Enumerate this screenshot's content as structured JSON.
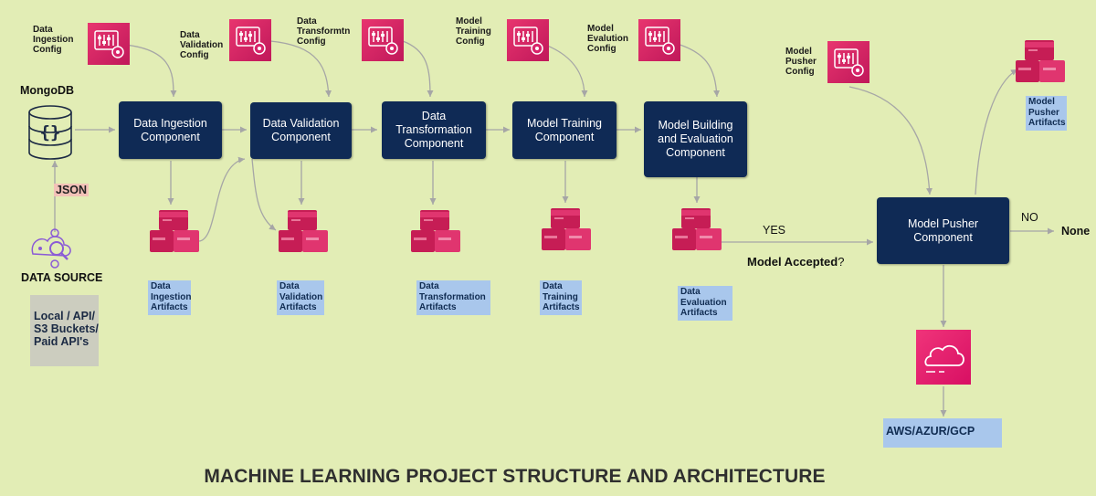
{
  "sources": {
    "db_label": "MongoDB",
    "json_label": "JSON",
    "data_source_label": "DATA SOURCE",
    "sources_box": "Local / API/\nS3 Buckets/\nPaid API's"
  },
  "configs": [
    {
      "key": "ingestion",
      "label": "Data\nIngestion\nConfig"
    },
    {
      "key": "validation",
      "label": "Data\nValidation\nConfig"
    },
    {
      "key": "transformation",
      "label": "Data\nTransformtn\nConfig"
    },
    {
      "key": "training",
      "label": "Model\nTraining\nConfig"
    },
    {
      "key": "evaluation",
      "label": "Model\nEvalution\nConfig"
    },
    {
      "key": "pusher",
      "label": "Model\nPusher\nConfig"
    }
  ],
  "components": [
    {
      "key": "ingestion",
      "label": "Data Ingestion\nComponent"
    },
    {
      "key": "validation",
      "label": "Data Validation\nComponent"
    },
    {
      "key": "transformation",
      "label": "Data\nTransformation\nComponent"
    },
    {
      "key": "training",
      "label": "Model Training\nComponent"
    },
    {
      "key": "evaluation",
      "label": "Model Building\nand Evaluation\nComponent"
    },
    {
      "key": "pusher",
      "label": "Model Pusher\nComponent"
    }
  ],
  "artifacts": [
    {
      "key": "ingestion",
      "label": "Data\nIngestion\nArtifacts"
    },
    {
      "key": "validation",
      "label": "Data\nValidation\nArtifacts"
    },
    {
      "key": "transformation",
      "label": "Data\nTransformation\nArtifacts"
    },
    {
      "key": "training",
      "label": "Data\nTraining\nArtifacts"
    },
    {
      "key": "evaluation",
      "label": "Data\nEvaluation\nArtifacts"
    },
    {
      "key": "pusher",
      "label": "Model\nPusher\nArtifacts"
    }
  ],
  "decision": {
    "question_bold": "Model Accepted",
    "question_mark": "?",
    "yes_label": "YES",
    "no_label": "NO",
    "none_label": "None"
  },
  "cloud": {
    "label": "AWS/AZUR/GCP"
  },
  "title": "MACHINE LEARNING PROJECT STRUCTURE AND ARCHITECTURE",
  "colors": {
    "background": "#e2edb5",
    "component": "#0f2a55",
    "config_icon": "#d8246a",
    "artifact": "#e0356f",
    "artifact_label_bg": "#a9c7ec",
    "cloud_icon": "#e8156d",
    "arrow": "#a6a6a6"
  }
}
